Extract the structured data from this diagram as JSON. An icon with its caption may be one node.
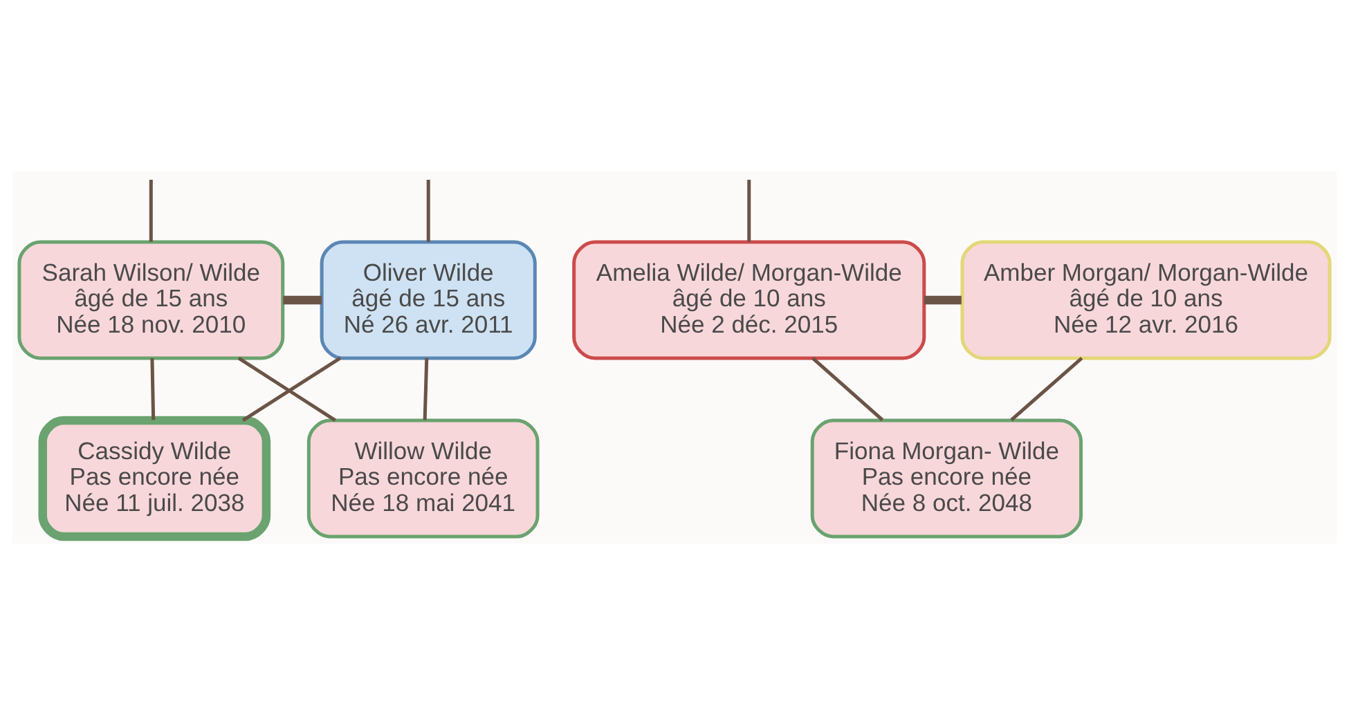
{
  "diagram": {
    "nodes": [
      {
        "text": [
          "Sarah Wilson/ Wilde",
          "âgé de 15 ans",
          "Née 18 nov. 2010"
        ]
      },
      {
        "text": [
          "Oliver Wilde",
          "âgé de 15 ans",
          "Né 26 avr. 2011"
        ]
      },
      {
        "text": [
          "Amelia Wilde/ Morgan-Wilde",
          "âgé de 10 ans",
          "Née 2 déc. 2015"
        ]
      },
      {
        "text": [
          "Amber Morgan/ Morgan-Wilde",
          "âgé de 10 ans",
          "Née 12 avr. 2016"
        ]
      },
      {
        "text": [
          "Cassidy Wilde",
          "Pas encore née",
          "Née 11 juil. 2038"
        ]
      },
      {
        "text": [
          "Willow Wilde",
          "Pas encore née",
          "Née 18 mai 2041"
        ]
      },
      {
        "text": [
          "Fiona Morgan- Wilde",
          "Pas encore née",
          "Née 8 oct. 2048"
        ]
      }
    ],
    "edges": [
      {
        "from": null,
        "to": 0,
        "arrow": "none"
      },
      {
        "from": null,
        "to": 1,
        "arrow": "none"
      },
      {
        "from": null,
        "to": 2,
        "arrow": "none"
      },
      {
        "from": 0,
        "to": 1,
        "arrow": "none",
        "style": "thick"
      },
      {
        "from": 2,
        "to": 3,
        "arrow": "none",
        "style": "thick"
      },
      {
        "from": 0,
        "to": 4,
        "arrow": "none"
      },
      {
        "from": 1,
        "to": 4,
        "arrow": "none"
      },
      {
        "from": 0,
        "to": 5,
        "arrow": "none"
      },
      {
        "from": 1,
        "to": 5,
        "arrow": "none"
      },
      {
        "from": 2,
        "to": 6,
        "arrow": "none"
      },
      {
        "from": 3,
        "to": 6,
        "arrow": "none"
      }
    ]
  }
}
